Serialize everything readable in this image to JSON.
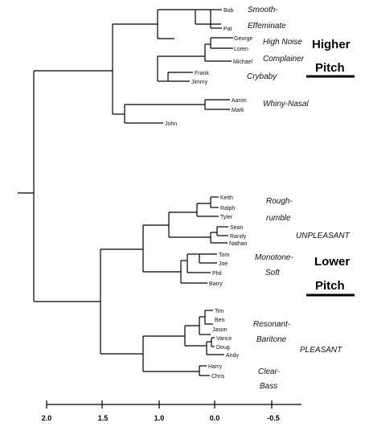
{
  "leaves": [
    "Bob",
    "Pat",
    "George",
    "Loren",
    "Michael",
    "Frank",
    "Jimmy",
    "Aaron",
    "Mark",
    "John",
    "Keith",
    "Ralph",
    "Tyler",
    "Sean",
    "Randy",
    "Nathan",
    "Tom",
    "Joe",
    "Phil",
    "Barry",
    "Tim",
    "Ben",
    "Jason",
    "Vance",
    "Doug",
    "Andy",
    "Harry",
    "Chris"
  ],
  "group_labels": {
    "smooth": "Smooth-",
    "effeminate": "Effeminate",
    "high_noise": "High Noise",
    "complainer": "Complainer",
    "crybaby": "Crybaby",
    "whiny_nasal": "Whiny-Nasal",
    "rough": "Rough-",
    "rumble": "rumble",
    "unpleasant": "UNPLEASANT",
    "monotone": "Monotone-",
    "soft": "Soft",
    "resonant": "Resonant-",
    "baritone": "Baritone",
    "pleasant": "PLEASANT",
    "clear": "Clear-",
    "bass": "Bass"
  },
  "pitch_labels": {
    "higher": "Higher",
    "higher_pitch": "Pitch",
    "lower": "Lower",
    "lower_pitch": "Pitch"
  },
  "axis": {
    "ticks": [
      "2.0",
      "1.5",
      "1.0",
      "0.0",
      "-0.5"
    ]
  }
}
